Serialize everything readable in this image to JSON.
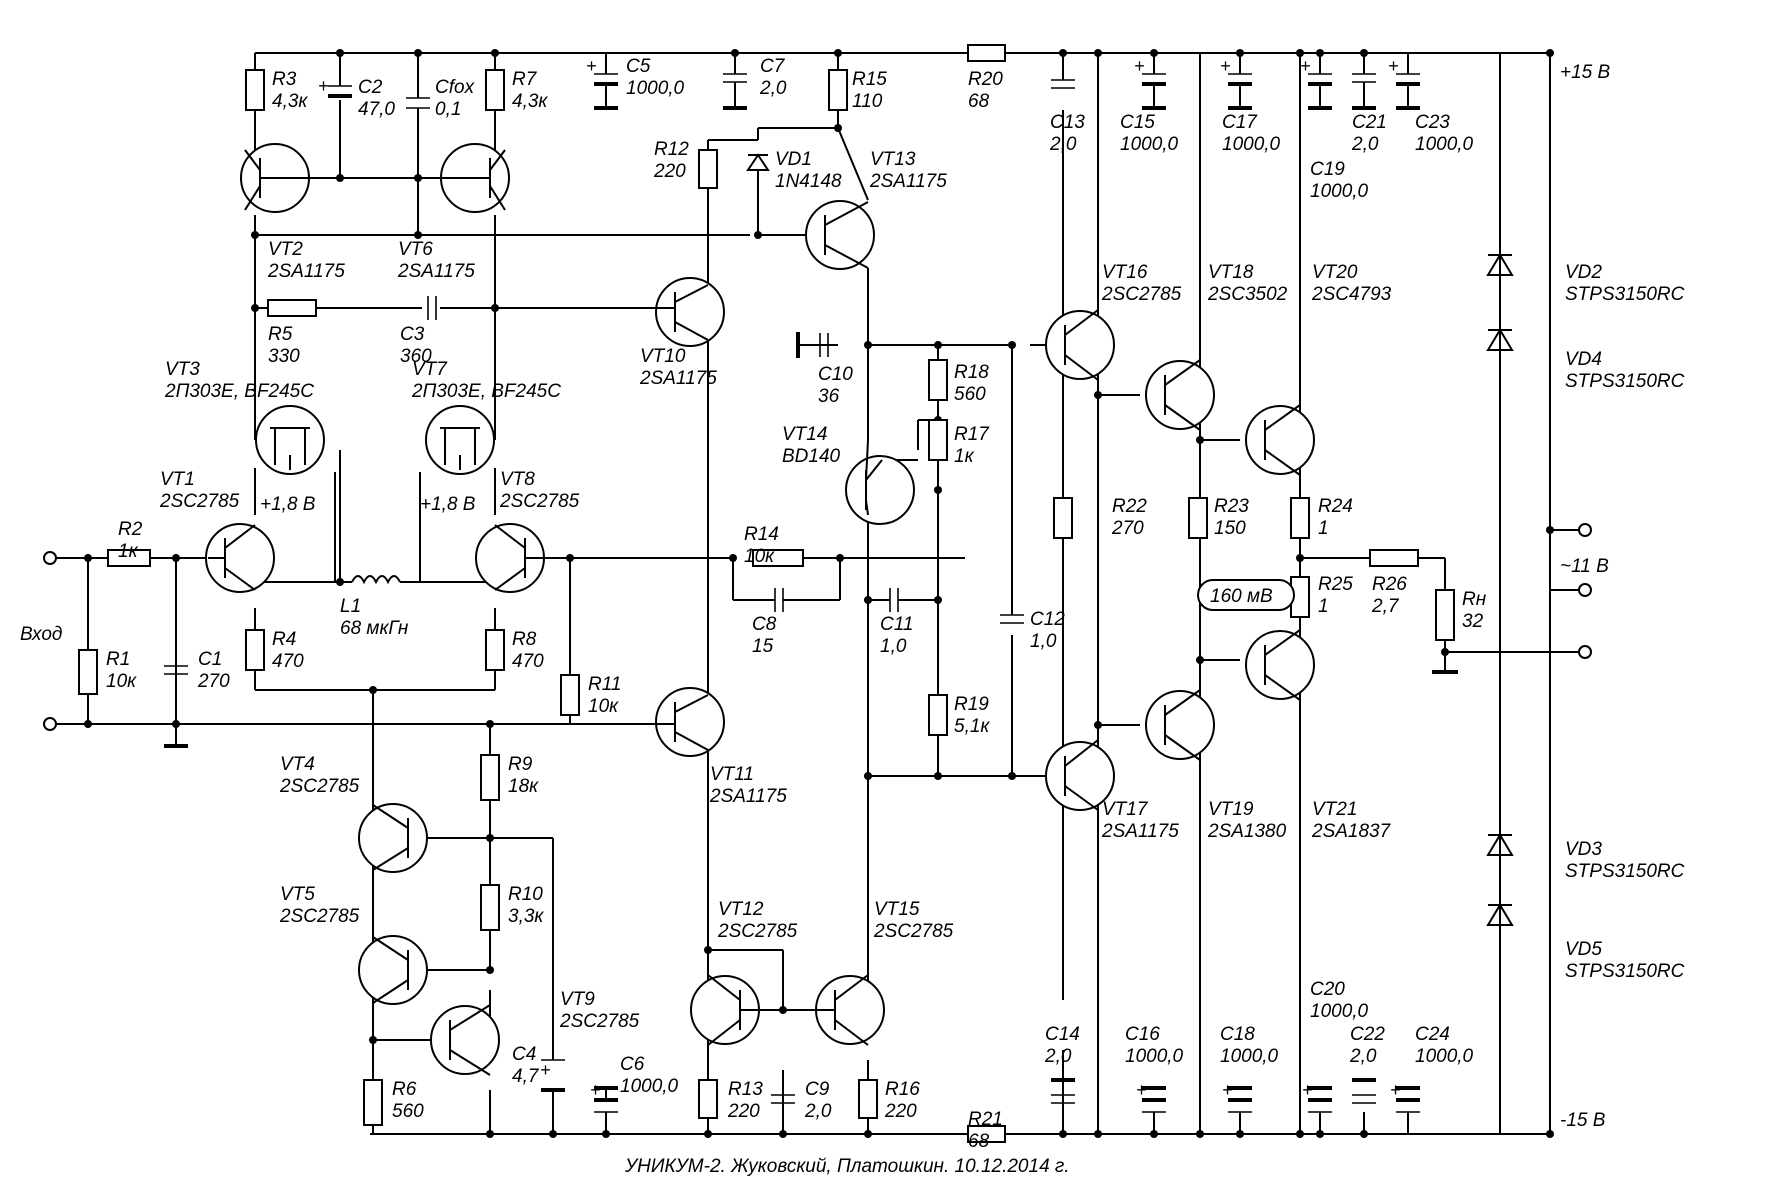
{
  "diagram": {
    "labels": {
      "r3": [
        "R3",
        "4,3к"
      ],
      "c2": [
        "C2",
        "47,0"
      ],
      "cfox": [
        "Cfox",
        "0,1"
      ],
      "r7": [
        "R7",
        "4,3к"
      ],
      "c5": [
        "C5",
        "1000,0"
      ],
      "c7": [
        "C7",
        "2,0"
      ],
      "r15": [
        "R15",
        "110"
      ],
      "r20": [
        "R20",
        "68"
      ],
      "c13": [
        "C13",
        "2,0"
      ],
      "c15": [
        "C15",
        "1000,0"
      ],
      "c17": [
        "C17",
        "1000,0"
      ],
      "c19": [
        "C19",
        "1000,0"
      ],
      "c21": [
        "C21",
        "2,0"
      ],
      "c23": [
        "C23",
        "1000,0"
      ],
      "pos15": "+15 В",
      "r12": [
        "R12",
        "220"
      ],
      "vd1": [
        "VD1",
        "1N4148"
      ],
      "vt13": [
        "VT13",
        "2SA1175"
      ],
      "vt2": [
        "VT2",
        "2SA1175"
      ],
      "vt6": [
        "VT6",
        "2SA1175"
      ],
      "r5": [
        "R5",
        "330"
      ],
      "c3": [
        "C3",
        "360"
      ],
      "vt10": [
        "VT10",
        "2SA1175"
      ],
      "c10": [
        "C10",
        "36"
      ],
      "r18": [
        "R18",
        "560"
      ],
      "r17": [
        "R17",
        "1к"
      ],
      "vt14": [
        "VT14",
        "BD140"
      ],
      "vt16": [
        "VT16",
        "2SC2785"
      ],
      "vt18": [
        "VT18",
        "2SC3502"
      ],
      "vt20": [
        "VT20",
        "2SC4793"
      ],
      "vd2": [
        "VD2",
        "STPS3150RC"
      ],
      "vd4": [
        "VD4",
        "STPS3150RC"
      ],
      "vt3": [
        "VT3",
        "2П303Е, BF245C"
      ],
      "vt7": [
        "VT7",
        "2П303Е, BF245C"
      ],
      "vt1": [
        "VT1",
        "2SC2785"
      ],
      "vt8": [
        "VT8",
        "2SC2785"
      ],
      "v18a": "+1,8 В",
      "v18b": "+1,8 В",
      "r2": [
        "R2",
        "1к"
      ],
      "l1": [
        "L1",
        "68 мкГн"
      ],
      "r14": [
        "R14",
        "10к"
      ],
      "c8": [
        "C8",
        "15"
      ],
      "c11": [
        "C11",
        "1,0"
      ],
      "c12": [
        "C12",
        "1,0"
      ],
      "r22": [
        "R22",
        "270"
      ],
      "r23": [
        "R23",
        "150"
      ],
      "r24": [
        "R24",
        "1"
      ],
      "r25": [
        "R25",
        "1"
      ],
      "r26": [
        "R26",
        "2,7"
      ],
      "rn": [
        "Rн",
        "32"
      ],
      "ac11": "~11 В",
      "mv160": "160 мВ",
      "vhod": "Вход",
      "r1": [
        "R1",
        "10к"
      ],
      "c1": [
        "C1",
        "270"
      ],
      "r4": [
        "R4",
        "470"
      ],
      "r8": [
        "R8",
        "470"
      ],
      "r11": [
        "R11",
        "10к"
      ],
      "vt11": [
        "VT11",
        "2SA1175"
      ],
      "r19": [
        "R19",
        "5,1к"
      ],
      "vt17": [
        "VT17",
        "2SA1175"
      ],
      "vt19": [
        "VT19",
        "2SA1380"
      ],
      "vt21": [
        "VT21",
        "2SA1837"
      ],
      "vt4": [
        "VT4",
        "2SC2785"
      ],
      "r9": [
        "R9",
        "18к"
      ],
      "vt5": [
        "VT5",
        "2SC2785"
      ],
      "r10": [
        "R10",
        "3,3к"
      ],
      "vt9": [
        "VT9",
        "2SC2785"
      ],
      "c4": [
        "C4",
        "4,7"
      ],
      "r6": [
        "R6",
        "560"
      ],
      "c6": [
        "C6",
        "1000,0"
      ],
      "vt12": [
        "VT12",
        "2SC2785"
      ],
      "vt15": [
        "VT15",
        "2SC2785"
      ],
      "r13": [
        "R13",
        "220"
      ],
      "c9": [
        "C9",
        "2,0"
      ],
      "r16": [
        "R16",
        "220"
      ],
      "r21": [
        "R21",
        "68"
      ],
      "c14": [
        "C14",
        "2,0"
      ],
      "c16": [
        "C16",
        "1000,0"
      ],
      "c18": [
        "C18",
        "1000,0"
      ],
      "c20": [
        "C20",
        "1000,0"
      ],
      "c22": [
        "C22",
        "2,0"
      ],
      "c24": [
        "C24",
        "1000,0"
      ],
      "neg15": "-15 В",
      "vd3": [
        "VD3",
        "STPS3150RC"
      ],
      "vd5": [
        "VD5",
        "STPS3150RC"
      ]
    },
    "caption": "УНИКУМ-2.    Жуковский, Платошкин. 10.12.2014 г."
  }
}
